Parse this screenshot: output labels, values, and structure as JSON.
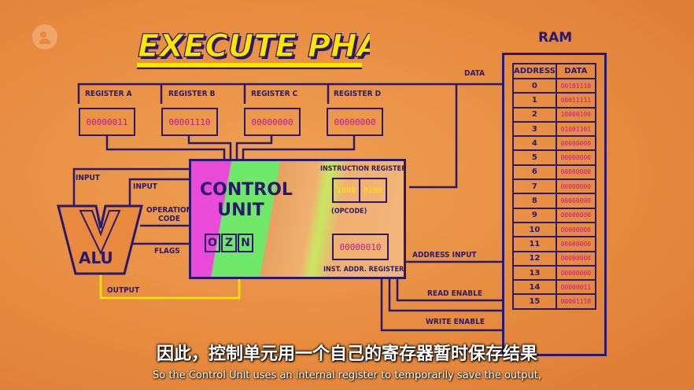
{
  "title": "EXECUTE PHASE",
  "ram": {
    "label": "RAM",
    "address_header": "ADDRESS",
    "data_header": "DATA",
    "rows": [
      {
        "address": "0",
        "data": "00101110"
      },
      {
        "address": "1",
        "data": "00011111"
      },
      {
        "address": "2",
        "data": "10000100"
      },
      {
        "address": "3",
        "data": "01001101"
      },
      {
        "address": "4",
        "data": "00000000"
      },
      {
        "address": "5",
        "data": "00000000"
      },
      {
        "address": "6",
        "data": "00000000"
      },
      {
        "address": "7",
        "data": "00000000"
      },
      {
        "address": "8",
        "data": "00000000"
      },
      {
        "address": "9",
        "data": "00000000"
      },
      {
        "address": "10",
        "data": "00000000"
      },
      {
        "address": "11",
        "data": "00000000"
      },
      {
        "address": "12",
        "data": "00000000"
      },
      {
        "address": "13",
        "data": "00000000"
      },
      {
        "address": "14",
        "data": "00000011"
      },
      {
        "address": "15",
        "data": "00001110"
      }
    ]
  },
  "registers": [
    {
      "label": "REGISTER A",
      "value": "00000011"
    },
    {
      "label": "REGISTER B",
      "value": "00001110"
    },
    {
      "label": "REGISTER C",
      "value": "00000000"
    },
    {
      "label": "REGISTER D",
      "value": "00000000"
    }
  ],
  "control_unit": {
    "title_line1": "CONTROL",
    "title_line2": "UNIT",
    "instruction_register_label": "INSTRUCTION REGISTER",
    "opcode_value": "1000",
    "address_value": "0100",
    "opcode_label": "(OPCODE)",
    "inst_addr_value": "00000010",
    "inst_addr_label": "INST. ADDR. REGISTER",
    "flags": [
      "O",
      "Z",
      "N"
    ]
  },
  "alu": {
    "label": "ALU",
    "input1": "INPUT",
    "input2": "INPUT",
    "operation_code": "OPERATION\nCODE",
    "flags": "FLAGS",
    "output": "OUTPUT"
  },
  "bus_labels": {
    "data": "DATA",
    "address_input": "ADDRESS INPUT",
    "read_enable": "READ ENABLE",
    "write_enable": "WRITE ENABLE"
  },
  "subtitles": {
    "cn": "因此，控制单元用一个自己的寄存器暂时保存结果",
    "en": "So the Control Unit uses an internal register to temporarily save the output,"
  },
  "colors": {
    "background": "#e8893e",
    "line": "#2a1a6e",
    "value": "#c0189a",
    "title": "#ffe600",
    "output_wire": "#ffe600"
  }
}
